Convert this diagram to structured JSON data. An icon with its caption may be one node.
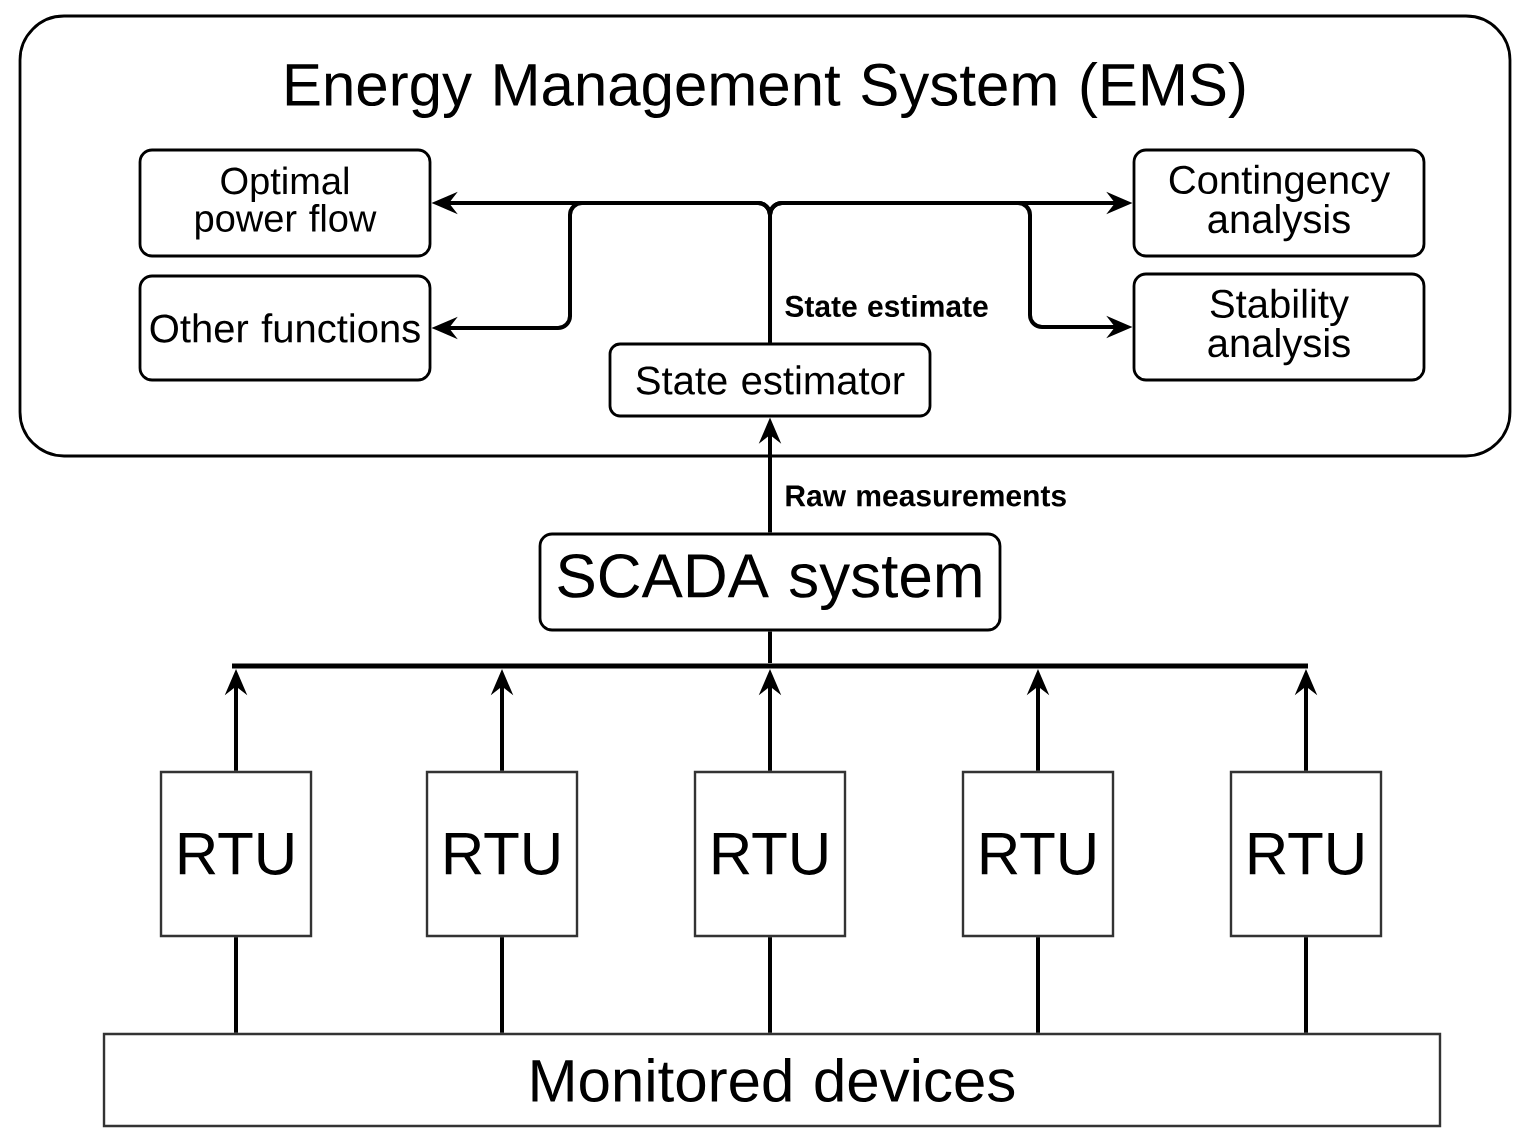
{
  "diagram": {
    "nodes": [
      {
        "text": [
          "Energy Management System (EMS)"
        ]
      },
      {
        "text": [
          "Optimal power flow"
        ],
        "in": 0
      },
      {
        "text": [
          "Other functions"
        ],
        "in": 0
      },
      {
        "text": [
          "Contingency analysis"
        ],
        "in": 0
      },
      {
        "text": [
          "Stability analysis"
        ],
        "in": 0
      },
      {
        "text": [
          "State estimator"
        ],
        "in": 0
      },
      {
        "text": [
          "SCADA system"
        ]
      },
      {
        "text": [],
        "shape": "bar"
      },
      {
        "text": [
          "RTU"
        ]
      },
      {
        "text": [
          "RTU"
        ]
      },
      {
        "text": [
          "RTU"
        ]
      },
      {
        "text": [
          "RTU"
        ]
      },
      {
        "text": [
          "RTU"
        ]
      },
      {
        "text": [
          "Monitored devices"
        ]
      }
    ],
    "edges": [
      {
        "from": 5,
        "to": 1,
        "arrow": "to",
        "label": "State estimate"
      },
      {
        "from": 5,
        "to": 2,
        "arrow": "to"
      },
      {
        "from": 5,
        "to": 3,
        "arrow": "to"
      },
      {
        "from": 5,
        "to": 4,
        "arrow": "to"
      },
      {
        "from": 6,
        "to": 5,
        "arrow": "to",
        "label": "Raw measurements"
      },
      {
        "from": 7,
        "to": 6,
        "arrow": "none"
      },
      {
        "from": 8,
        "to": 7,
        "arrow": "to"
      },
      {
        "from": 9,
        "to": 7,
        "arrow": "to"
      },
      {
        "from": 10,
        "to": 7,
        "arrow": "to"
      },
      {
        "from": 11,
        "to": 7,
        "arrow": "to"
      },
      {
        "from": 12,
        "to": 7,
        "arrow": "to"
      },
      {
        "from": 13,
        "to": 8,
        "arrow": "none"
      },
      {
        "from": 13,
        "to": 9,
        "arrow": "none"
      },
      {
        "from": 13,
        "to": 10,
        "arrow": "none"
      },
      {
        "from": 13,
        "to": 11,
        "arrow": "none"
      },
      {
        "from": 13,
        "to": 12,
        "arrow": "none"
      }
    ]
  }
}
